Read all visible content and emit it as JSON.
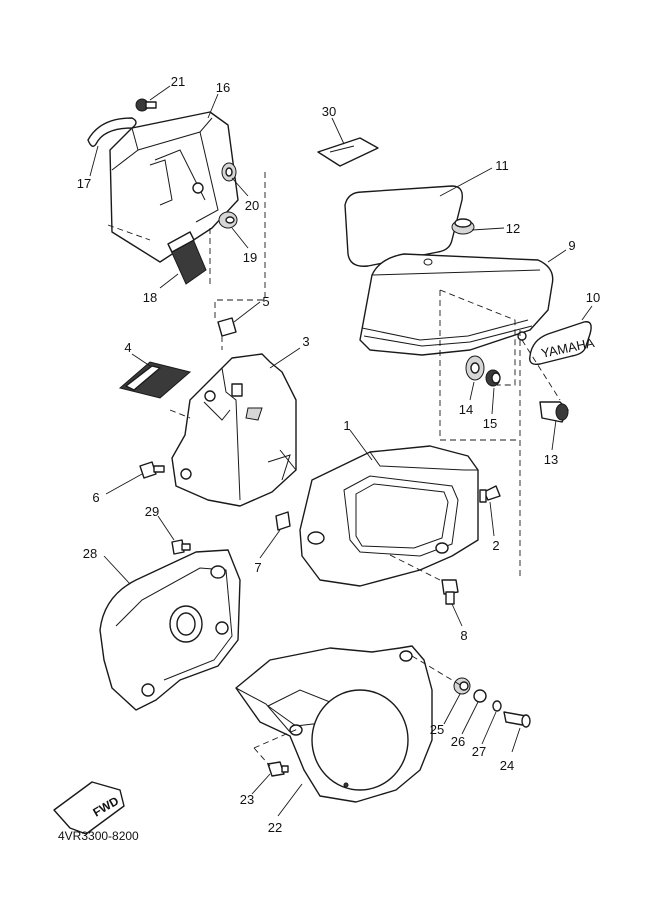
{
  "diagram_code": "4VR3300-8200",
  "fwd_arrow": {
    "label": "FWD"
  },
  "emblem": {
    "text": "YAMAHA"
  },
  "callouts": [
    {
      "num": "1"
    },
    {
      "num": "2"
    },
    {
      "num": "3"
    },
    {
      "num": "4"
    },
    {
      "num": "5"
    },
    {
      "num": "6"
    },
    {
      "num": "7"
    },
    {
      "num": "8"
    },
    {
      "num": "9"
    },
    {
      "num": "10"
    },
    {
      "num": "11"
    },
    {
      "num": "12"
    },
    {
      "num": "13"
    },
    {
      "num": "14"
    },
    {
      "num": "15"
    },
    {
      "num": "16"
    },
    {
      "num": "17"
    },
    {
      "num": "18"
    },
    {
      "num": "19"
    },
    {
      "num": "20"
    },
    {
      "num": "21"
    },
    {
      "num": "22"
    },
    {
      "num": "23"
    },
    {
      "num": "24"
    },
    {
      "num": "25"
    },
    {
      "num": "26"
    },
    {
      "num": "27"
    },
    {
      "num": "28"
    },
    {
      "num": "29"
    },
    {
      "num": "30"
    }
  ]
}
